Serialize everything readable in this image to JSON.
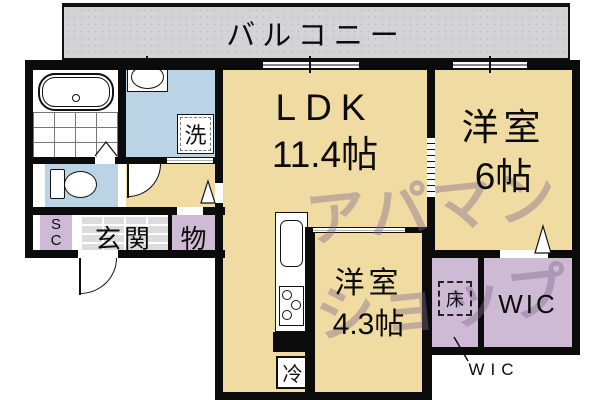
{
  "balcony": {
    "label": "バルコニー"
  },
  "rooms": {
    "ldk": {
      "name": "LDK",
      "size": "11.4帖"
    },
    "western6": {
      "name": "洋室",
      "size": "6帖"
    },
    "western43": {
      "name": "洋室",
      "size": "4.3帖"
    },
    "entrance": {
      "label": "玄関"
    },
    "storage": {
      "label": "物"
    },
    "shoe_closet": {
      "line1": "S",
      "line2": "C"
    },
    "wic": {
      "label": "WIC"
    },
    "floor_storage": {
      "label": "床"
    }
  },
  "fixtures": {
    "washing_machine": "洗",
    "refrigerator": "冷"
  },
  "annotations": {
    "wic_pointer": "WIC"
  },
  "watermark": {
    "line1": "アパマン",
    "line2": "ショップ"
  },
  "colors": {
    "room_beige": "#f0dca2",
    "water_blue": "#bad4e6",
    "closet_purple": "#cfbad5",
    "balcony_gray": "#d4d4d6",
    "entrance_tile": "#dcdcdc",
    "wall_black": "#0b0b0b",
    "watermark_purple": "rgba(126,106,139,0.42)"
  }
}
